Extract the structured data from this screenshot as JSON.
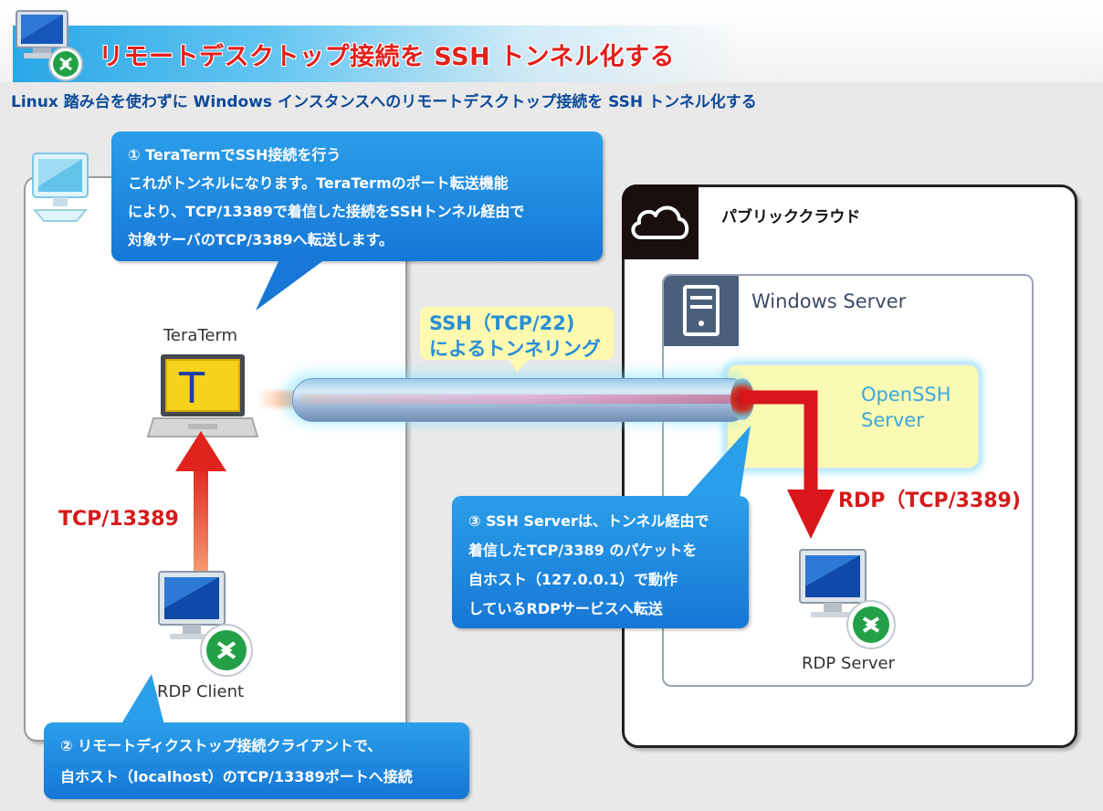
{
  "header": {
    "title": "リモートデスクトップ接続を SSH トンネル化する",
    "subtitle": "Linux 踏み台を使わずに Windows インスタンスへのリモートデスクトップ接続を SSH トンネル化する"
  },
  "callouts": {
    "step1": {
      "lines": [
        "① TeraTermでSSH接続を行う",
        "これがトンネルになります。TeraTermのポート転送機能",
        "により、TCP/13389で着信した接続をSSHトンネル経由で",
        "対象サーバのTCP/3389へ転送します。"
      ]
    },
    "step2": {
      "lines": [
        "② リモートディクストップ接続クライアントで、",
        "自ホスト（localhost）のTCP/13389ポートへ接続"
      ]
    },
    "step3": {
      "lines": [
        "③ SSH Serverは、トンネル経由で",
        "着信したTCP/3389 のパケットを",
        "自ホスト（127.0.0.1）で動作",
        "しているRDPサービスへ転送"
      ]
    }
  },
  "client": {
    "teraterm_label": "TeraTerm",
    "teraterm_glyph": "T",
    "rdp_client_label": "RDP Client",
    "arrow_label": "TCP/13389"
  },
  "tunnel": {
    "label_line1": "SSH（TCP/22)",
    "label_line2": "によるトンネリング"
  },
  "cloud": {
    "title": "パブリッククラウド",
    "server_title": "Windows Server",
    "openssh_line1": "OpenSSH",
    "openssh_line2": "Server",
    "rdp_arrow_label": "RDP（TCP/3389)",
    "rdp_server_label": "RDP Server"
  },
  "colors": {
    "title_red": "#e3201b",
    "subtitle_blue": "#0d4a9a",
    "callout_blue": "#1a86dd",
    "arrow_red": "#d41a1a",
    "openssh_fill": "#fafab4"
  }
}
